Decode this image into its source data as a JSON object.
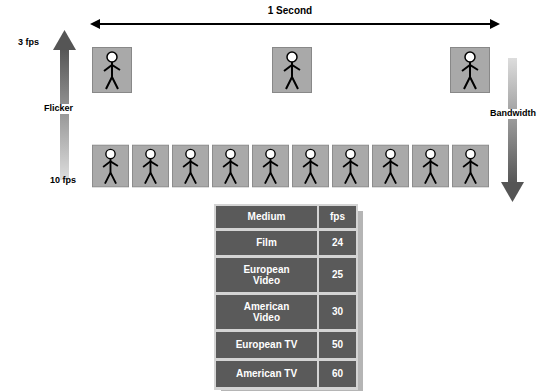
{
  "diagram": {
    "labels": [
      "1 Second",
      "3 fps",
      "Flicker",
      "Bandwidth",
      "10 fps",
      "Medium",
      "fps",
      "Film",
      "24",
      "European Video",
      "25",
      "American Video",
      "30",
      "European TV",
      "50",
      "American TV",
      "60"
    ]
  }
}
